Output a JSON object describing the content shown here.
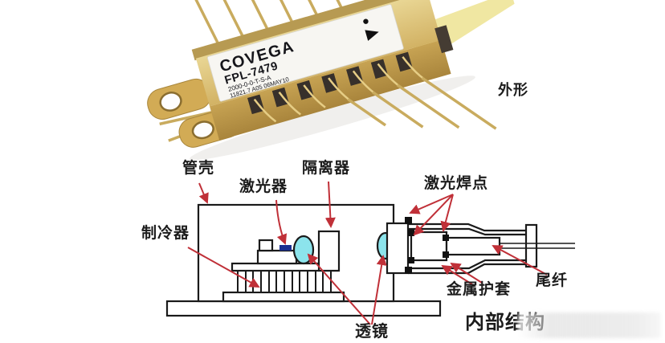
{
  "photo": {
    "caption": "外形",
    "label": {
      "brand": "COVEGA",
      "model": "FPL-7479",
      "code": "2000-0-0-T-S-A",
      "serial": "11821.7  A05 06MAY10"
    },
    "colors": {
      "body_gold": "#d9bc72",
      "body_front": "#bf9c4e",
      "label_bg": "#f7f6f2",
      "boot_yellow": "#f0e7a2",
      "pin_gold": "#c9ab5e"
    }
  },
  "diagram": {
    "caption": "内部结构",
    "labels": {
      "shell": "管壳",
      "laser": "激光器",
      "isolator": "隔离器",
      "cooler": "制冷器",
      "weld_points": "激光焊点",
      "metal_sheath": "金属护套",
      "pigtail": "尾纤",
      "lens": "透镜"
    },
    "colors": {
      "outline": "#1a1a1a",
      "arrow_red": "#c03038",
      "lens_cyan": "#8ce4ec",
      "chip_blue": "#1b2f90"
    }
  }
}
